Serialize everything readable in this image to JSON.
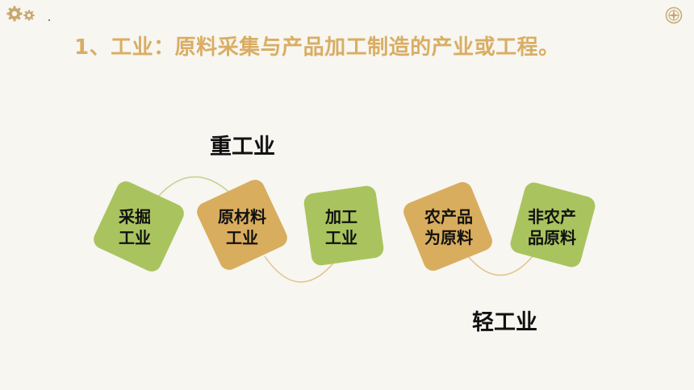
{
  "title": "1、工业：原料采集与产品加工制造的产业或工程。",
  "heavy_label": "重工业",
  "light_label": "轻工业",
  "nodes": [
    {
      "line1": "采掘",
      "line2": "工业",
      "color": "#a9c45e"
    },
    {
      "line1": "原材料",
      "line2": "工业",
      "color": "#d9ad5e"
    },
    {
      "line1": "加工",
      "line2": "工业",
      "color": "#a9c45e"
    },
    {
      "line1": "农产品",
      "line2": "为原料",
      "color": "#d9ad5e"
    },
    {
      "line1": "非农产",
      "line2": "品原料",
      "color": "#a9c45e"
    }
  ],
  "icons": [
    "gear-icon",
    "small-gear-icon",
    "compass-icon"
  ],
  "colors": {
    "title": "#d9ad63",
    "green": "#a9c45e",
    "tan": "#d9ad5e",
    "background": "#f7f6f1"
  }
}
